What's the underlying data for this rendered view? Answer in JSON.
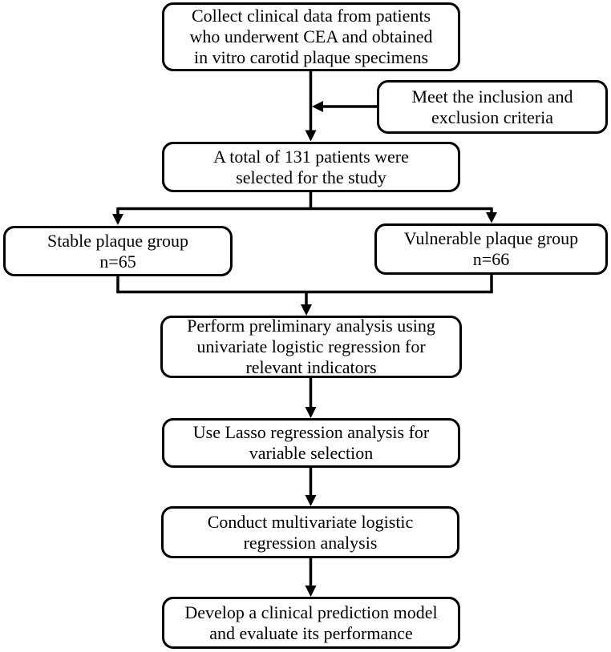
{
  "diagram": {
    "type": "flowchart",
    "colors": {
      "background": "#ffffff",
      "box_fill": "#ffffff",
      "box_border": "#000000",
      "line": "#000000",
      "text": "#000000"
    },
    "boxes": [
      {
        "id": "collect-data",
        "lines": [
          "Collect clinical data from patients",
          "who underwent CEA and obtained",
          "in vitro carotid plaque specimens"
        ]
      },
      {
        "id": "criteria",
        "lines": [
          "Meet the inclusion and",
          "exclusion criteria"
        ]
      },
      {
        "id": "selected",
        "lines": [
          "A total of 131 patients were",
          "selected for the study"
        ]
      },
      {
        "id": "stable-group",
        "lines": [
          "Stable plaque group",
          "n=65"
        ]
      },
      {
        "id": "vulnerable-group",
        "lines": [
          "Vulnerable plaque group",
          "n=66"
        ]
      },
      {
        "id": "univariate",
        "lines": [
          "Perform preliminary analysis using",
          "univariate logistic regression for",
          "relevant indicators"
        ]
      },
      {
        "id": "lasso",
        "lines": [
          "Use Lasso regression analysis for",
          "variable selection"
        ]
      },
      {
        "id": "multivariate",
        "lines": [
          "Conduct multivariate logistic",
          "regression analysis"
        ]
      },
      {
        "id": "model",
        "lines": [
          "Develop a clinical prediction model",
          "and evaluate its performance"
        ]
      }
    ],
    "counts": {
      "total_patients": "131",
      "stable_n": "65",
      "vulnerable_n": "66"
    }
  }
}
